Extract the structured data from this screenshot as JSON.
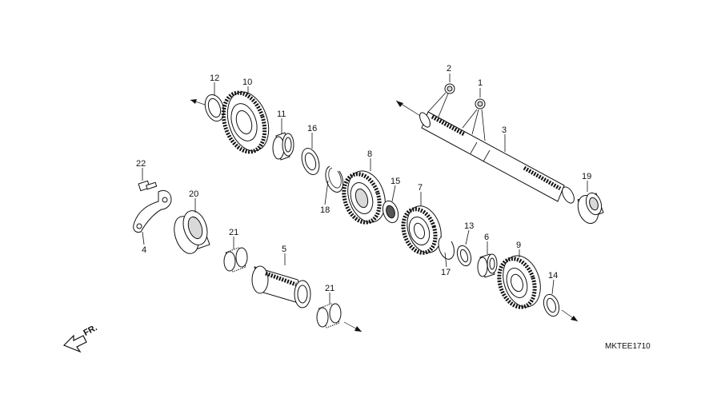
{
  "diagram_code": "MKTEE1710",
  "front_arrow_label": "FR.",
  "labels": {
    "p1": "1",
    "p2": "2",
    "p3": "3",
    "p4": "4",
    "p5": "5",
    "p6": "6",
    "p7": "7",
    "p8": "8",
    "p9": "9",
    "p10": "10",
    "p11": "11",
    "p12": "12",
    "p13": "13",
    "p14": "14",
    "p15": "15",
    "p16": "16",
    "p17": "17",
    "p18": "18",
    "p19": "19",
    "p20": "20",
    "p21a": "21",
    "p21b": "21",
    "p22": "22"
  }
}
